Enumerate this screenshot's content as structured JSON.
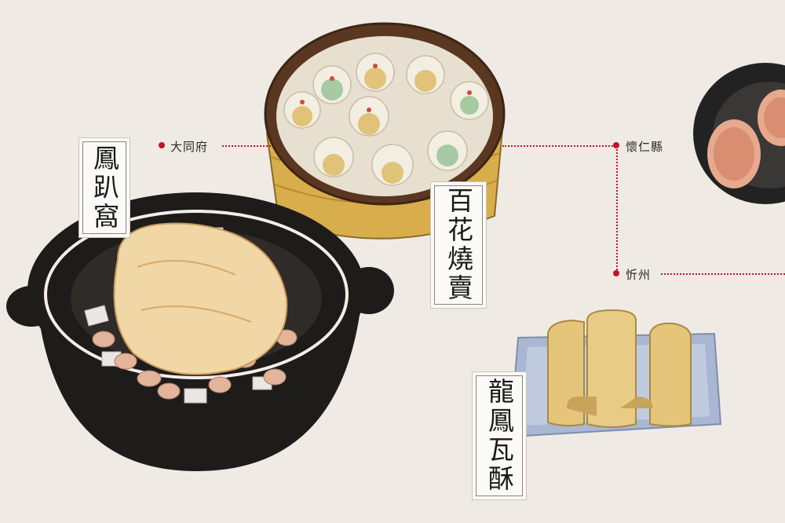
{
  "dishes": {
    "fengpawo": {
      "name": "鳳趴窩"
    },
    "baihua_shaomai": {
      "name": "百花燒賣"
    },
    "longfeng_wasu": {
      "name": "龍鳳瓦酥"
    }
  },
  "places": {
    "datong": "大同府",
    "huairen": "懷仁縣",
    "xinzhou": "忻州"
  },
  "colors": {
    "background": "#efebe4",
    "route": "#c8102e",
    "pot": "#1e1c1b",
    "steamer": "#d9b04e",
    "pastry": "#e4c57a",
    "plate": "#a9b7d3"
  }
}
